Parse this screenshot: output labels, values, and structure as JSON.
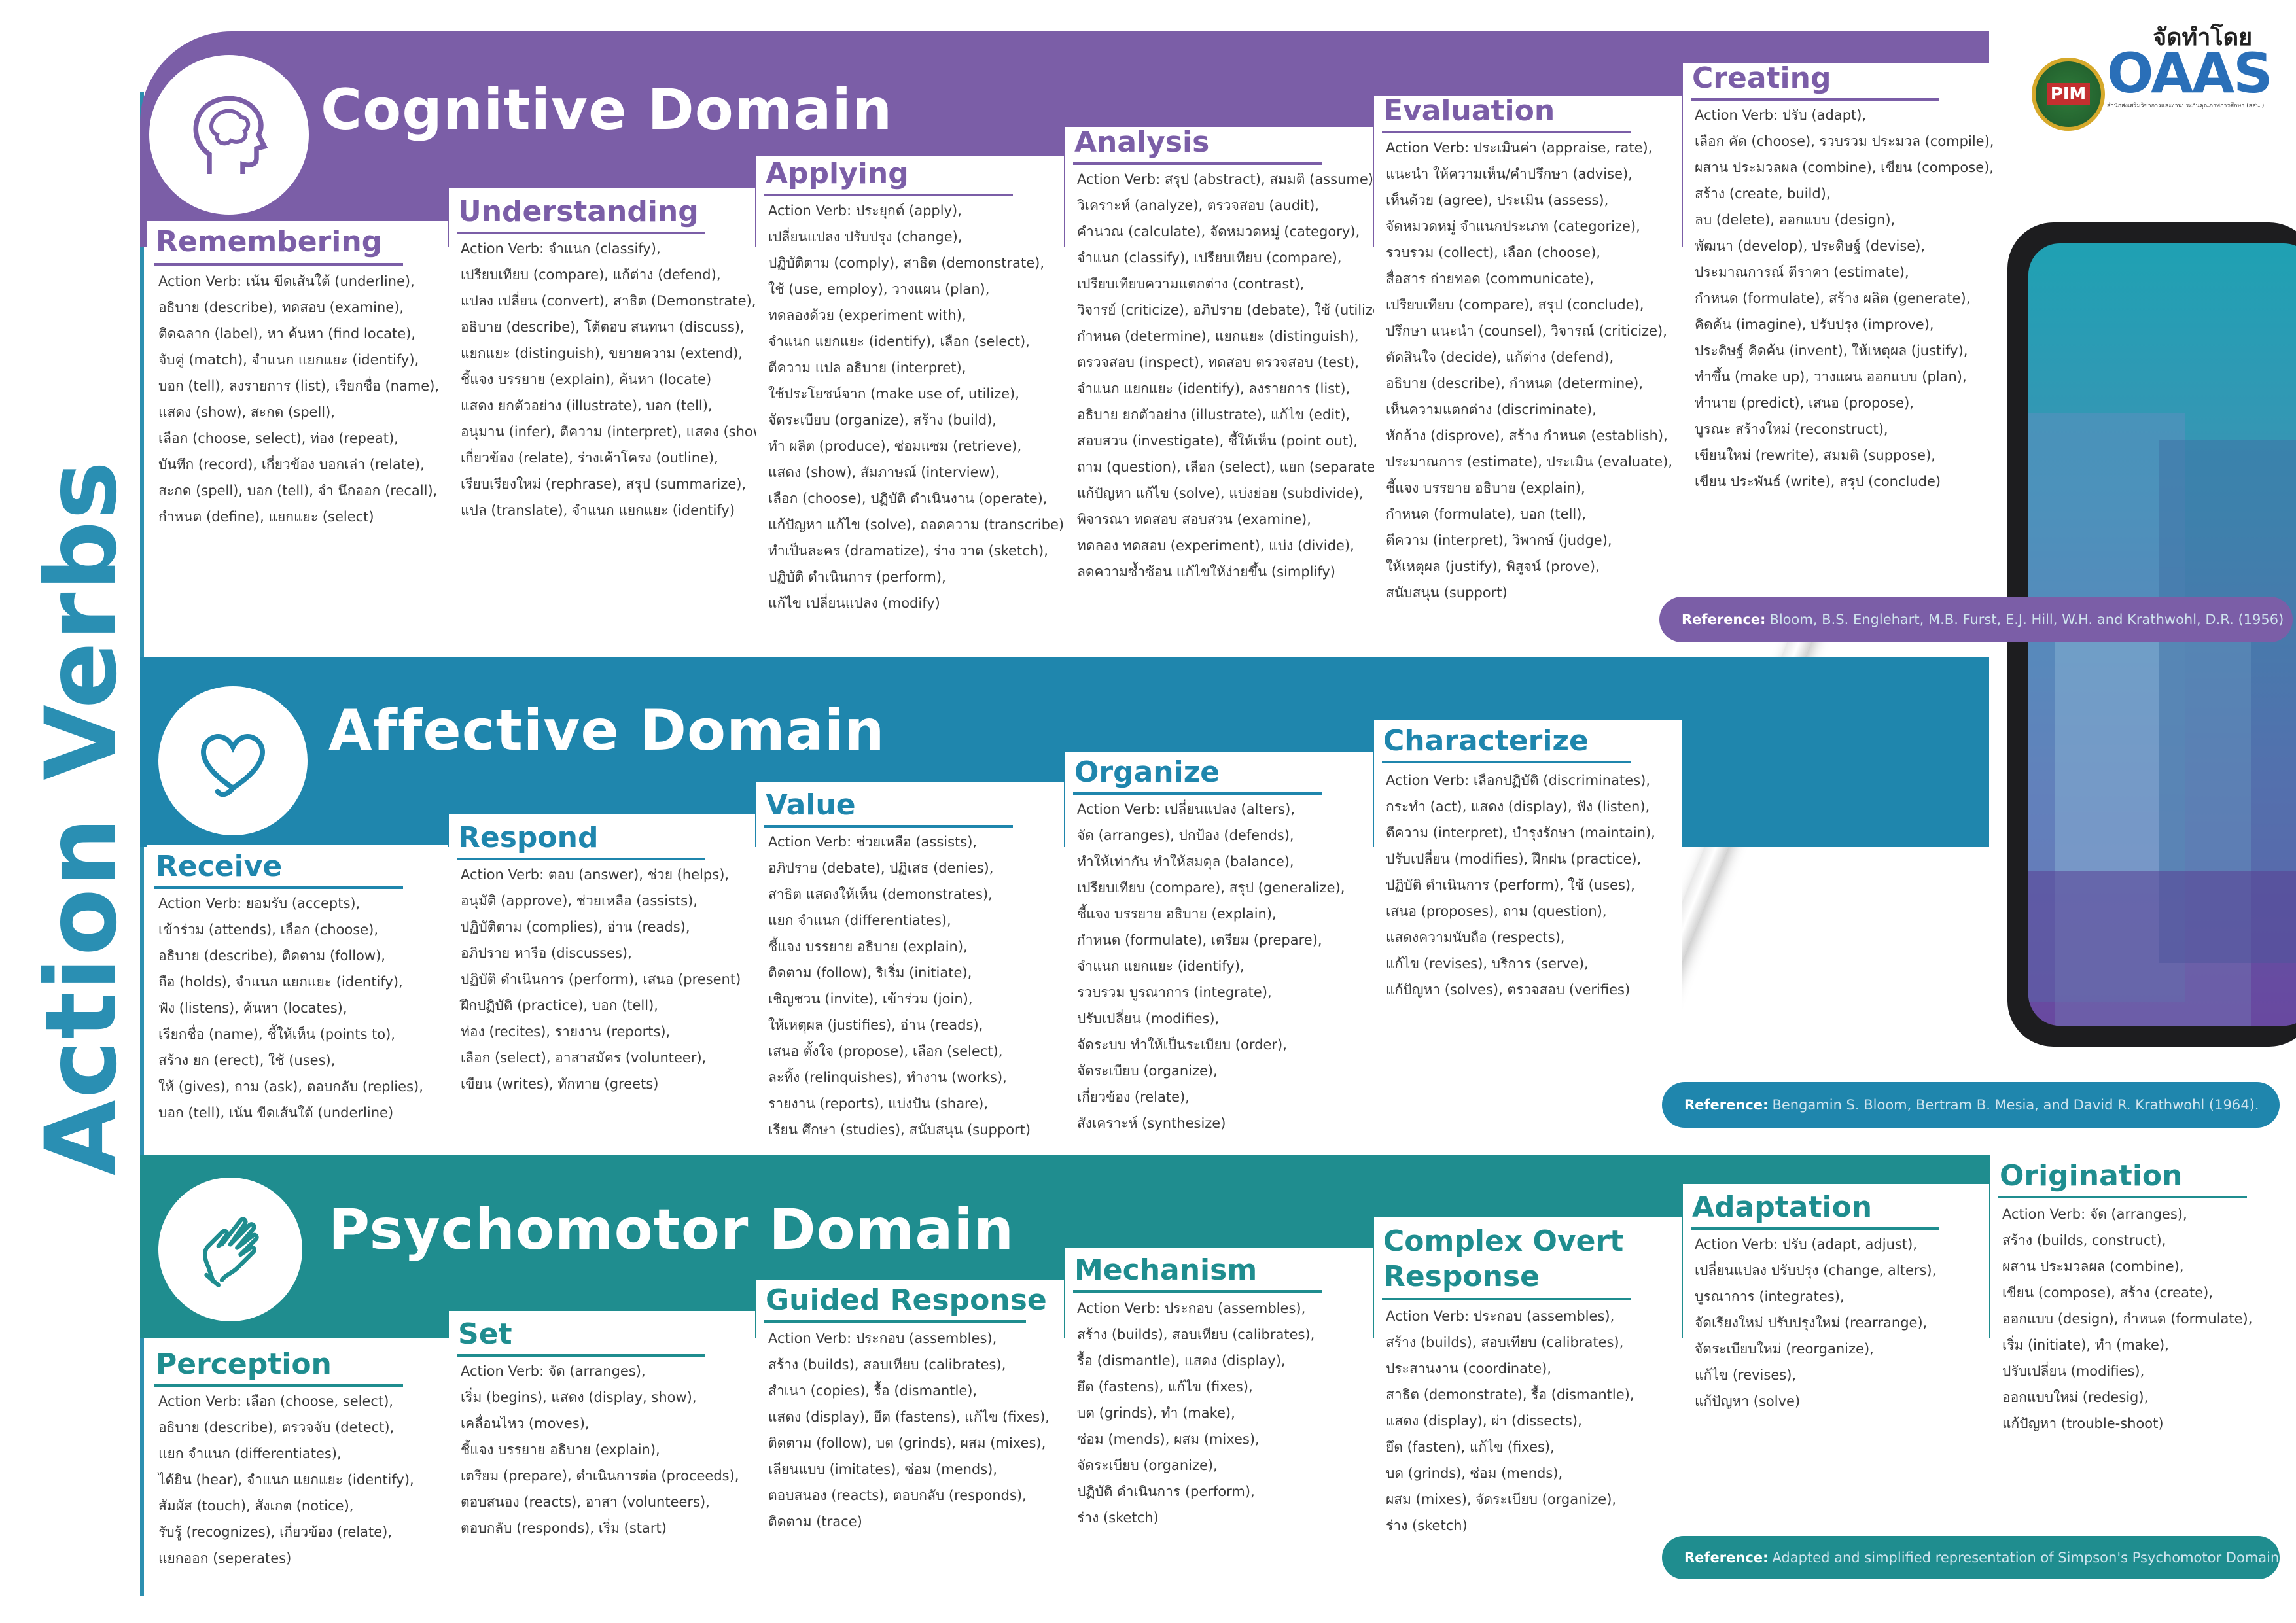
{
  "side_title": "Action Verbs",
  "organizer": {
    "label": "จัดทำโดย",
    "pim_logo_text": "PIM",
    "oaas_logo_text": "OAAS",
    "oaas_caption": "สำนักส่งเสริมวิชาการและงานประกันคุณภาพการศึกษา (สสน.)"
  },
  "cognitive": {
    "title": "Cognitive Domain",
    "icon": "brain-head-icon",
    "color": "#7b5ea7",
    "reference_label": "Reference:",
    "reference_text": "Bloom, B.S. Englehart, M.B. Furst, E.J. Hill, W.H. and Krathwohl, D.R. (1956)",
    "levels": [
      {
        "title": "Remembering",
        "lines": [
          "Action Verb: เน้น ขีดเส้นใต้ (underline),",
          "อธิบาย (describe), ทดสอบ (examine),",
          "ติดฉลาก (label), หา ค้นหา (find locate),",
          "จับคู่ (match), จำแนก แยกแยะ (identify),",
          "บอก (tell), ลงรายการ (list), เรียกชื่อ (name),",
          "แสดง (show), สะกด (spell),",
          "เลือก (choose, select), ท่อง (repeat),",
          "บันทึก (record), เกี่ยวข้อง บอกเล่า (relate),",
          "สะกด (spell), บอก (tell), จำ นึกออก (recall),",
          "กำหนด (define), แยกแยะ (select)"
        ]
      },
      {
        "title": "Understanding",
        "lines": [
          "Action Verb: จำแนก (classify),",
          "เปรียบเทียบ (compare), แก้ต่าง (defend),",
          "แปลง เปลี่ยน (convert), สาธิต (Demonstrate),",
          "อธิบาย (describe), โต้ตอบ สนทนา (discuss),",
          "แยกแยะ (distinguish), ขยายความ (extend),",
          "ชี้แจง บรรยาย (explain), ค้นหา (locate)",
          "แสดง ยกตัวอย่าง (illustrate), บอก (tell),",
          "อนุมาน (infer), ตีความ (interpret), แสดง (show),",
          "เกี่ยวข้อง (relate), ร่างเค้าโครง (outline),",
          "เรียบเรียงใหม่ (rephrase), สรุป (summarize),",
          "แปล (translate), จำแนก แยกแยะ (identify)"
        ]
      },
      {
        "title": "Applying",
        "lines": [
          "Action Verb: ประยุกต์ (apply),",
          "เปลี่ยนแปลง ปรับปรุง (change),",
          "ปฏิบัติตาม (comply), สาธิต (demonstrate),",
          "ใช้ (use, employ), วางแผน (plan),",
          "ทดลองด้วย (experiment with),",
          "จำแนก แยกแยะ (identify), เลือก (select),",
          "ตีความ แปล อธิบาย (interpret),",
          "ใช้ประโยชน์จาก (make use of, utilize),",
          "จัดระเบียบ (organize), สร้าง (build),",
          "ทำ ผลิต (produce), ซ่อมแซม (retrieve),",
          "แสดง (show), สัมภาษณ์ (interview),",
          "เลือก (choose), ปฏิบัติ ดำเนินงาน (operate),",
          "แก้ปัญหา แก้ไข (solve), ถอดความ (transcribe)",
          "ทำเป็นละคร (dramatize), ร่าง วาด (sketch),",
          "ปฏิบัติ ดำเนินการ (perform),",
          "แก้ไข เปลี่ยนแปลง (modify)"
        ]
      },
      {
        "title": "Analysis",
        "lines": [
          "Action Verb:  สรุป (abstract), สมมติ (assume),",
          "วิเคราะห์ (analyze), ตรวจสอบ (audit),",
          "คำนวณ (calculate), จัดหมวดหมู่ (category),",
          "จำแนก (classify), เปรียบเทียบ (compare),",
          "เปรียบเทียบความแตกต่าง (contrast),",
          "วิจารย์ (criticize), อภิปราย (debate), ใช้ (utilize),",
          "กำหนด (determine), แยกแยะ (distinguish),",
          "ตรวจสอบ (inspect), ทดสอบ ตรวจสอบ (test),",
          "จำแนก แยกแยะ (identify), ลงรายการ (list),",
          "อธิบาย ยกตัวอย่าง (illustrate), แก้ไข (edit),",
          "สอบสวน (investigate), ชี้ให้เห็น (point out),",
          "ถาม (question), เลือก (select), แยก (separate),",
          "แก้ปัญหา แก้ไข (solve), แบ่งย่อย (subdivide),",
          "พิจารณา ทดสอบ สอบสวน (examine),",
          "ทดลอง ทดสอบ (experiment), แบ่ง (divide),",
          "ลดความซ้ำซ้อน แก้ไขให้ง่ายขึ้น (simplify)"
        ]
      },
      {
        "title": "Evaluation",
        "lines": [
          "Action Verb: ประเมินค่า (appraise, rate),",
          "แนะนำ ให้ความเห็น/คำปรึกษา (advise),",
          "เห็นด้วย (agree), ประเมิน (assess),",
          "จัดหมวดหมู่ จำแนกประเภท (categorize),",
          "รวบรวม (collect), เลือก (choose),",
          "สื่อสาร ถ่ายทอด (communicate),",
          "เปรียบเทียบ (compare), สรุป (conclude),",
          "ปรึกษา แนะนำ (counsel), วิจารณ์ (criticize),",
          "ตัดสินใจ (decide), แก้ต่าง (defend),",
          "อธิบาย (describe), กำหนด (determine),",
          "เห็นความแตกต่าง (discriminate),",
          "หักล้าง (disprove), สร้าง กำหนด (establish),",
          "ประมาณการ (estimate), ประเมิน (evaluate),",
          "ชี้แจง บรรยาย อธิบาย (explain),",
          "กำหนด (formulate), บอก (tell),",
          "ตีความ (interpret), วิพากษ์ (judge),",
          "ให้เหตุผล (justify), พิสูจน์ (prove),",
          "สนับสนุน (support)"
        ]
      },
      {
        "title": "Creating",
        "lines": [
          "Action Verb: ปรับ (adapt),",
          "เลือก คัด (choose), รวบรวม ประมวล (compile),",
          "ผสาน ประมวลผล (combine), เขียน (compose),",
          "สร้าง (create, build),",
          "ลบ (delete), ออกแบบ (design),",
          "พัฒนา (develop), ประดิษฐ์ (devise),",
          "ประมาณการณ์ ตีราคา (estimate),",
          "กำหนด (formulate), สร้าง ผลิต (generate),",
          "คิดค้น (imagine), ปรับปรุง (improve),",
          "ประดิษฐ์ คิดค้น (invent), ให้เหตุผล (justify),",
          "ทำขึ้น (make up), วางแผน ออกแบบ (plan),",
          "ทำนาย (predict), เสนอ (propose),",
          "บูรณะ สร้างใหม่ (reconstruct),",
          "เขียนใหม่ (rewrite), สมมติ (suppose),",
          "เขียน ประพันธ์ (write), สรุป (conclude)"
        ]
      }
    ]
  },
  "affective": {
    "title": "Affective Domain",
    "icon": "heart-icon",
    "color": "#1f86ad",
    "reference_label": "Reference:",
    "reference_text": "Bengamin S. Bloom, Bertram B. Mesia, and David R. Krathwohl (1964).",
    "levels": [
      {
        "title": "Receive",
        "lines": [
          "Action Verb: ยอมรับ (accepts),",
          "เข้าร่วม (attends), เลือก (choose),",
          "อธิบาย (describe), ติดตาม (follow),",
          "ถือ (holds), จำแนก แยกแยะ (identify),",
          "ฟัง (listens), ค้นหา (locates),",
          "เรียกชื่อ (name), ชี้ให้เห็น (points to),",
          "สร้าง ยก (erect), ใช้ (uses),",
          "ให้ (gives), ถาม (ask), ตอบกลับ (replies),",
          "บอก (tell), เน้น ขีดเส้นใต้ (underline)"
        ]
      },
      {
        "title": "Respond",
        "lines": [
          "Action Verb: ตอบ (answer), ช่วย (helps),",
          "อนุมัติ (approve), ช่วยเหลือ (assists),",
          "ปฏิบัติตาม (complies), อ่าน (reads),",
          "อภิปราย หารือ (discusses),",
          "ปฏิบัติ ดำเนินการ (perform), เสนอ (present)",
          "ฝึกปฏิบัติ (practice), บอก (tell),",
          "ท่อง (recites), รายงาน (reports),",
          "เลือก (select), อาสาสมัคร (volunteer),",
          "เขียน (writes), ทักทาย (greets)"
        ]
      },
      {
        "title": "Value",
        "lines": [
          "Action Verb: ช่วยเหลือ (assists),",
          "อภิปราย (debate), ปฏิเสธ (denies),",
          "สาธิต แสดงให้เห็น (demonstrates),",
          "แยก จำแนก (differentiates),",
          "ชี้แจง บรรยาย อธิบาย (explain),",
          "ติดตาม (follow), ริเริ่ม (initiate),",
          "เชิญชวน (invite), เข้าร่วม (join),",
          "ให้เหตุผล (justifies), อ่าน (reads),",
          "เสนอ ตั้งใจ (propose), เลือก (select),",
          "ละทิ้ง (relinquishes), ทำงาน (works),",
          "รายงาน (reports), แบ่งปัน (share),",
          "เรียน ศึกษา (studies), สนับสนุน (support)"
        ]
      },
      {
        "title": "Organize",
        "lines": [
          "Action Verb: เปลี่ยนแปลง (alters),",
          "จัด (arranges), ปกป้อง (defends),",
          "ทำให้เท่ากัน ทำให้สมดุล (balance),",
          "เปรียบเทียบ (compare), สรุป (generalize),",
          "ชี้แจง บรรยาย อธิบาย (explain),",
          "กำหนด (formulate), เตรียม (prepare),",
          "จำแนก แยกแยะ (identify),",
          "รวบรวม บูรณาการ (integrate),",
          "ปรับเปลี่ยน (modifies),",
          "จัดระบบ ทำให้เป็นระเบียบ (order),",
          "จัดระเบียบ (organize),",
          "เกี่ยวข้อง (relate),",
          "สังเคราะห์ (synthesize)"
        ]
      },
      {
        "title": "Characterize",
        "lines": [
          "Action Verb: เลือกปฏิบัติ (discriminates),",
          "กระทำ (act), แสดง (display), ฟัง (listen),",
          "ตีความ (interpret), บำรุงรักษา (maintain),",
          "ปรับเปลี่ยน (modifies), ฝึกฝน (practice),",
          "ปฏิบัติ ดำเนินการ (perform), ใช้ (uses),",
          "เสนอ (proposes), ถาม (question),",
          "แสดงความนับถือ (respects),",
          "แก้ไข (revises), บริการ (serve),",
          "แก้ปัญหา (solves),  ตรวจสอบ (verifies)"
        ]
      }
    ]
  },
  "psychomotor": {
    "title": "Psychomotor Domain",
    "icon": "raised-hand-icon",
    "color": "#1f8d8f",
    "reference_label": "Reference:",
    "reference_text": "Adapted and simplified representation of Simpson's Psychomotor Domain",
    "levels": [
      {
        "title": "Perception",
        "lines": [
          "Action Verb: เลือก (choose, select),",
          "อธิบาย (describe), ตรวจจับ (detect),",
          "แยก จำแนก (differentiates),",
          "ได้ยิน (hear), จำแนก แยกแยะ (identify),",
          "สัมผัส (touch), สังเกต (notice),",
          "รับรู้ (recognizes), เกี่ยวข้อง (relate),",
          "แยกออก (seperates)"
        ]
      },
      {
        "title": "Set",
        "lines": [
          "Action Verb: จัด (arranges),",
          "เริ่ม (begins), แสดง (display, show),",
          "เคลื่อนไหว (moves),",
          "ชี้แจง บรรยาย อธิบาย (explain),",
          "เตรียม (prepare), ดำเนินการต่อ (proceeds),",
          "ตอบสนอง (reacts), อาสา (volunteers),",
          "ตอบกลับ (responds), เริ่ม (start)"
        ]
      },
      {
        "title": "Guided Response",
        "lines": [
          "Action Verb: ประกอบ (assembles),",
          "สร้าง (builds), สอบเทียบ (calibrates),",
          "สำเนา (copies), รื้อ (dismantle),",
          "แสดง (display), ยึด (fastens), แก้ไข (fixes),",
          "ติดตาม (follow), บด (grinds), ผสม (mixes),",
          "เลียนแบบ (imitates), ซ่อม (mends),",
          "ตอบสนอง (reacts), ตอบกลับ (responds),",
          "ติดตาม (trace)"
        ]
      },
      {
        "title": "Mechanism",
        "lines": [
          "Action Verb: ประกอบ (assembles),",
          "สร้าง (builds), สอบเทียบ (calibrates),",
          "รื้อ (dismantle), แสดง (display),",
          "ยึด (fastens), แก้ไข (fixes),",
          "บด (grinds), ทำ (make),",
          "ซ่อม (mends), ผสม (mixes),",
          "จัดระเบียบ (organize),",
          "ปฏิบัติ ดำเนินการ (perform),",
          "ร่าง (sketch)"
        ]
      },
      {
        "title": "Complex Overt Response",
        "title_lines": [
          "Complex Overt",
          "Response"
        ],
        "lines": [
          "Action Verb: ประกอบ (assembles),",
          "สร้าง (builds), สอบเทียบ (calibrates),",
          "ประสานงาน (coordinate),",
          "สาธิต (demonstrate), รื้อ (dismantle),",
          "แสดง (display), ผ่า (dissects),",
          "ยึด (fasten), แก้ไข (fixes),",
          "บด (grinds), ซ่อม (mends),",
          "ผสม (mixes), จัดระเบียบ (organize),",
          "ร่าง (sketch)"
        ]
      },
      {
        "title": "Adaptation",
        "lines": [
          "Action Verb: ปรับ (adapt, adjust),",
          "เปลี่ยนแปลง ปรับปรุง (change, alters),",
          "บูรณาการ (integrates),",
          "จัดเรียงใหม่ ปรับปรุงใหม่ (rearrange),",
          "จัดระเบียบใหม่ (reorganize),",
          "แก้ไข (revises),",
          "แก้ปัญหา (solve)"
        ]
      },
      {
        "title": "Origination",
        "lines": [
          "Action Verb: จัด (arranges),",
          "สร้าง (builds, construct),",
          "ผสาน ประมวลผล (combine),",
          "เขียน (compose), สร้าง (create),",
          "ออกแบบ (design), กำหนด (formulate),",
          "เริ่ม (initiate), ทำ (make),",
          "ปรับเปลี่ยน (modifies),",
          "ออกแบบใหม่ (redesig),",
          "แก้ปัญหา (trouble-shoot)"
        ]
      }
    ]
  }
}
